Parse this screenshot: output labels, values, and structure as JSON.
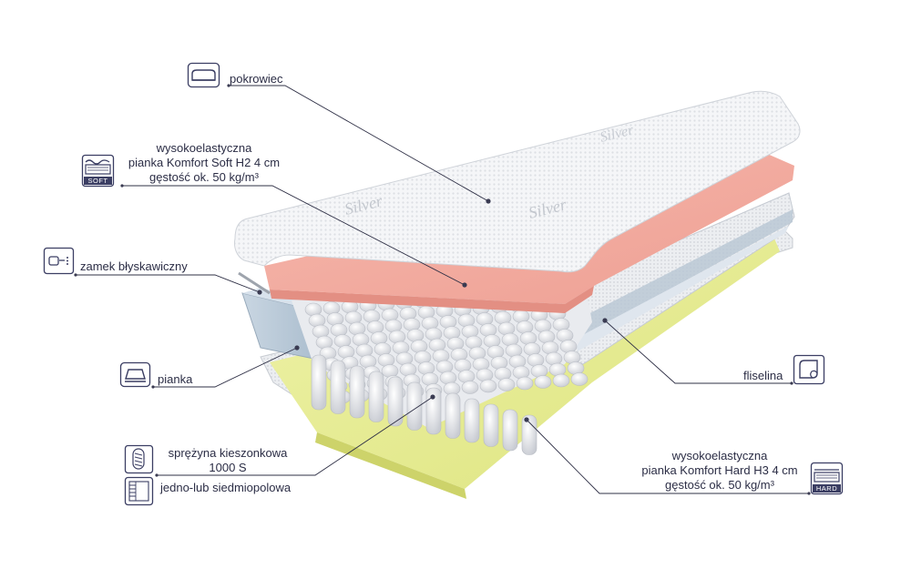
{
  "labels": {
    "cover": "pokrowiec",
    "soft_foam": [
      "wysokoelastyczna",
      "pianka Komfort Soft H2 4 cm",
      "gęstość ok. 50 kg/m³"
    ],
    "zipper": "zamek błyskawiczny",
    "foam": "pianka",
    "spring": [
      "sprężyna kieszonkowa",
      "1000 S"
    ],
    "zones": "jedno-lub siedmiopolowa",
    "fleece": "fliselina",
    "hard_foam": [
      "wysokoelastyczna",
      "pianka Komfort Hard H3 4 cm",
      "gęstość ok. 50 kg/m³"
    ]
  },
  "badges": {
    "soft": "SOFT",
    "hard": "HARD"
  },
  "cover_print": "Silver",
  "colors": {
    "ink": "#2b2d45",
    "icon": "#3b3e63",
    "soft_foam": "#f1aa9e",
    "hard_foam": "#e4ea8f",
    "fleece": "#dfe6ee",
    "cover": "#f4f5f7"
  },
  "icons": [
    "mattress-cover-icon",
    "soft-foam-icon",
    "zipper-icon",
    "foam-icon",
    "pocket-spring-icon",
    "zones-icon",
    "fleece-icon",
    "hard-foam-icon"
  ]
}
